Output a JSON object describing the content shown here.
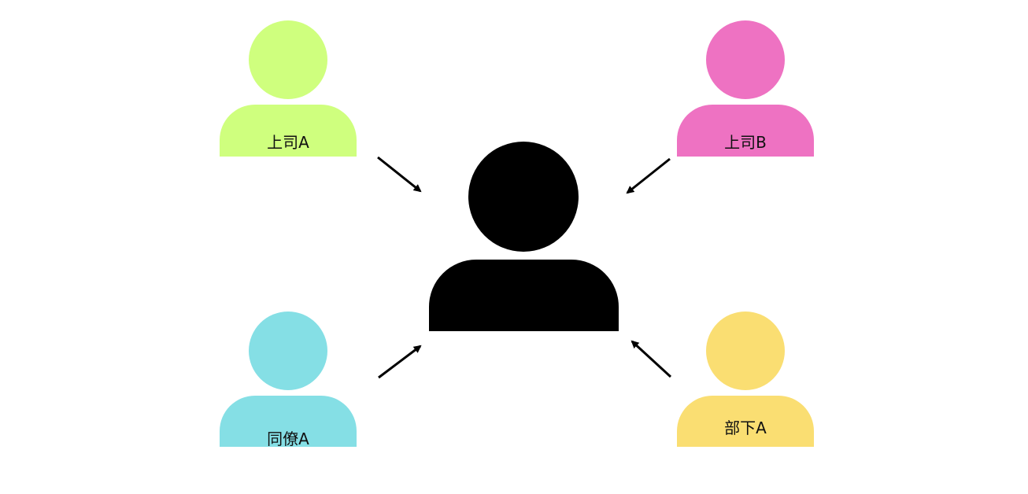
{
  "center_person": {
    "icon": "person-icon",
    "color": "#000000"
  },
  "people": [
    {
      "id": "boss-a",
      "label": "上司A",
      "color": "#CFFF7E",
      "icon": "person-icon"
    },
    {
      "id": "boss-b",
      "label": "上司B",
      "color": "#EE72C2",
      "icon": "person-icon"
    },
    {
      "id": "colleague-a",
      "label": "同僚A",
      "color": "#85DFE5",
      "icon": "person-icon"
    },
    {
      "id": "subordinate-a",
      "label": "部下A",
      "color": "#FADE72",
      "icon": "person-icon"
    }
  ],
  "arrows": [
    {
      "from": "boss-a",
      "to": "center"
    },
    {
      "from": "boss-b",
      "to": "center"
    },
    {
      "from": "colleague-a",
      "to": "center"
    },
    {
      "from": "subordinate-a",
      "to": "center"
    }
  ]
}
